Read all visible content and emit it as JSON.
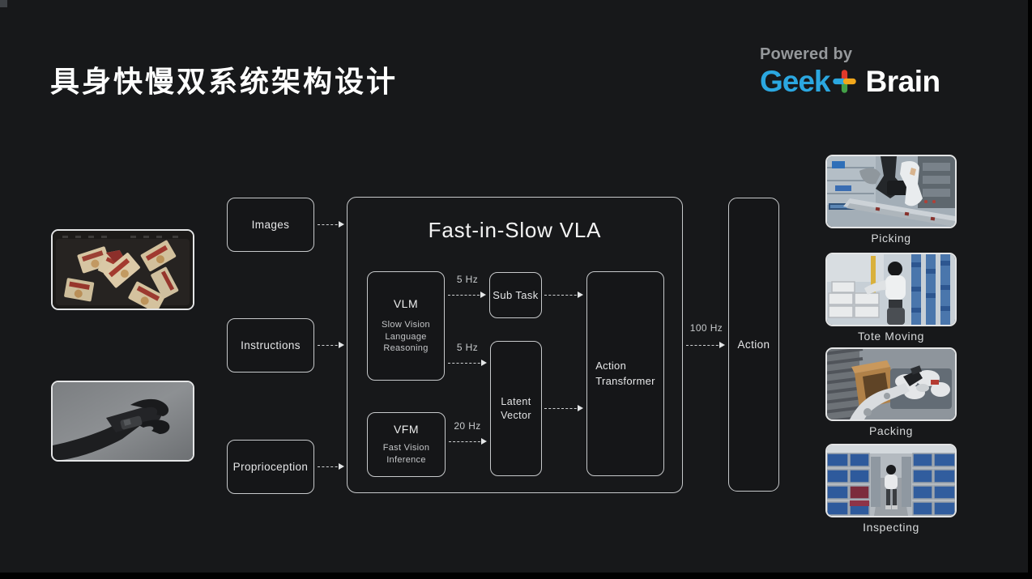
{
  "slide": {
    "title": "具身快慢双系统架构设计"
  },
  "logo": {
    "powered_by": "Powered by",
    "geek": "Geek",
    "brain": "Brain",
    "plus_icon": "multicolor-plus-icon",
    "colors": {
      "blue": "#2BA7E0",
      "red": "#E0392B",
      "yellow": "#F2A71B",
      "green": "#43A047",
      "white": "#FFFFFF",
      "gray": "#95989B"
    }
  },
  "diagram": {
    "inputs": [
      {
        "label": "Images"
      },
      {
        "label": "Instructions"
      },
      {
        "label": "Proprioception"
      }
    ],
    "main": {
      "title": "Fast-in-Slow VLA",
      "vlm": {
        "title": "VLM",
        "lines": [
          "Slow Vision",
          "Language",
          "Reasoning"
        ]
      },
      "vfm": {
        "title": "VFM",
        "lines": [
          "Fast Vision",
          "Inference"
        ]
      },
      "subtask_label": "Sub Task",
      "latent": {
        "lines": [
          "Latent",
          "Vector"
        ]
      },
      "action_transformer": {
        "lines": [
          "Action",
          "Transformer"
        ]
      }
    },
    "rates": {
      "vlm_to_subtask": "5 Hz",
      "vlm_to_latent": "5 Hz",
      "vfm_to_latent": "20 Hz",
      "output": "100 Hz"
    },
    "output_label": "Action"
  },
  "gallery": {
    "left": [
      {
        "photo": "bin-of-snack-packages-photo"
      },
      {
        "photo": "robot-gripper-photo"
      }
    ],
    "right": [
      {
        "label": "Picking",
        "photo": "robot-arm-picking-photo"
      },
      {
        "label": "Tote Moving",
        "photo": "humanoid-tote-moving-photo"
      },
      {
        "label": "Packing",
        "photo": "robot-arm-packing-photo"
      },
      {
        "label": "Inspecting",
        "photo": "humanoid-inspecting-photo"
      }
    ]
  }
}
